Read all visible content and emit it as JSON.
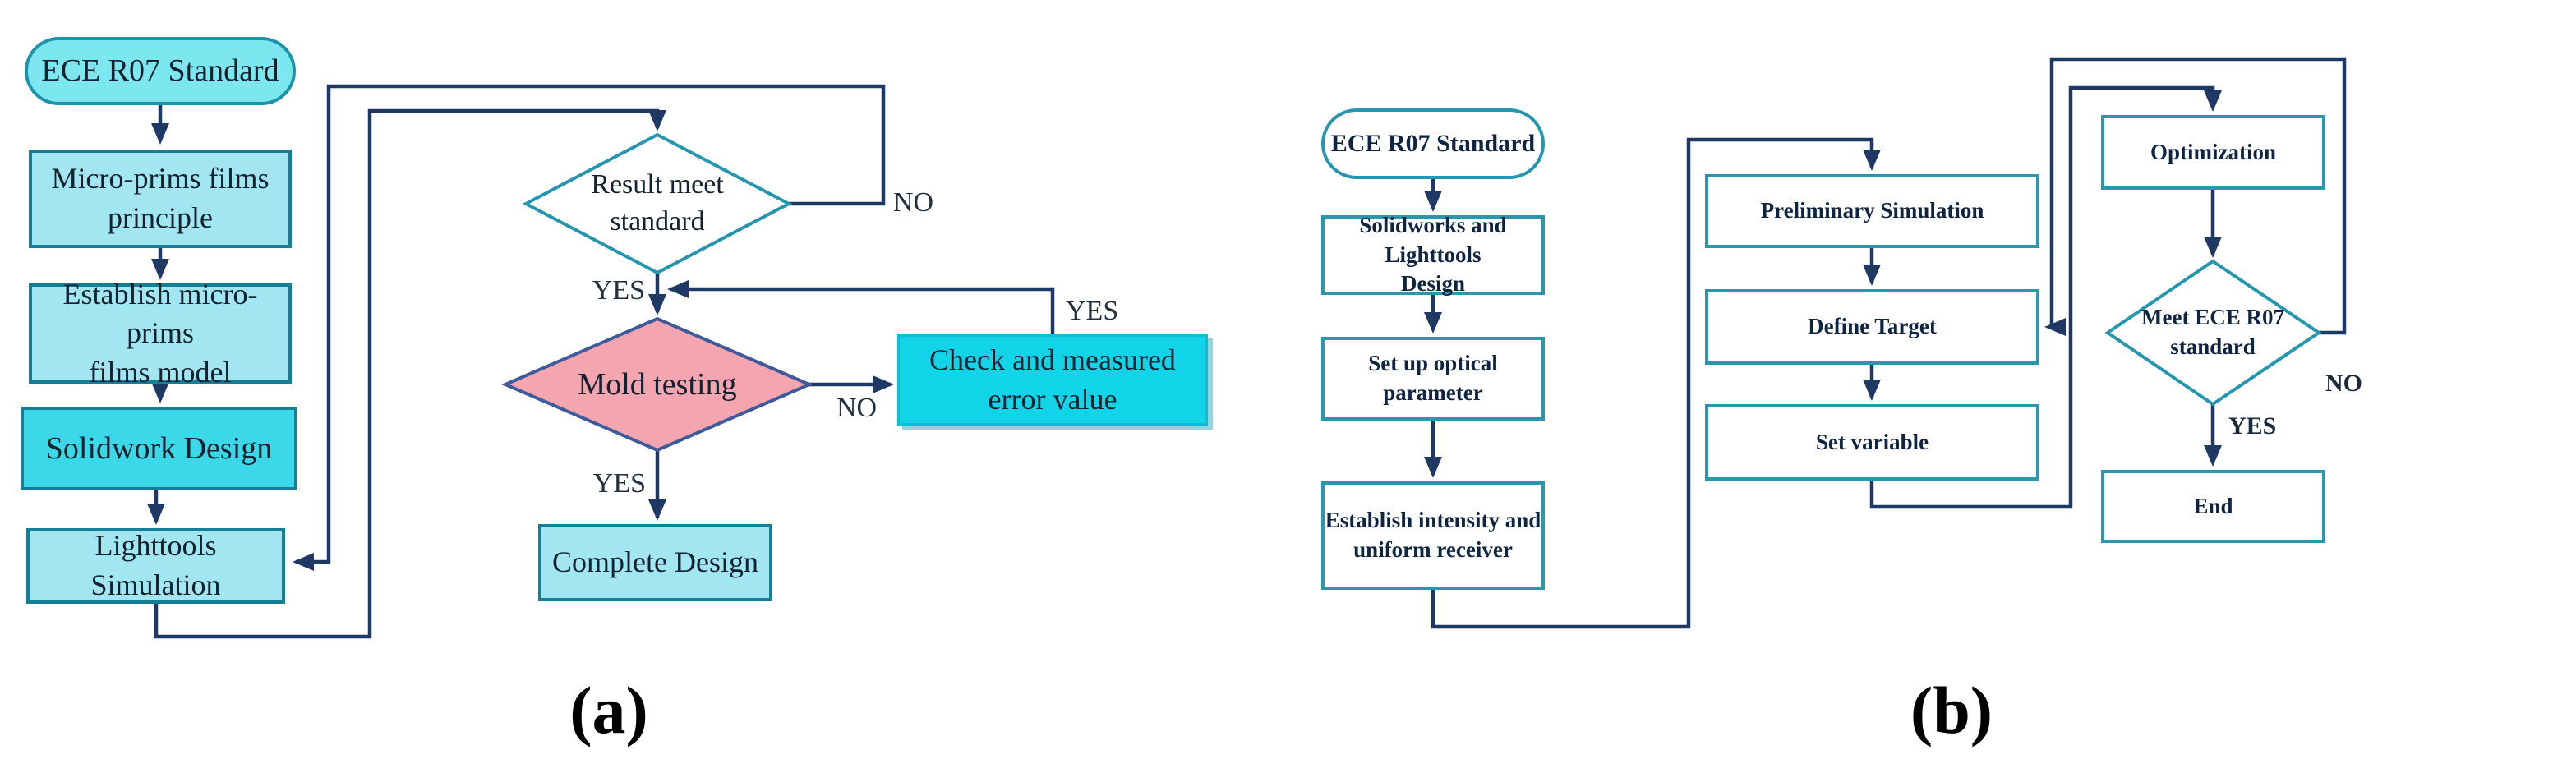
{
  "colors": {
    "connector_navy": "#1f3864",
    "teal_border": "#2596ae",
    "light_cyan_fill": "#a2e6f2",
    "oval_cyan_fill": "#7de7f0",
    "medium_cyan_fill": "#3ad8e8",
    "bright_cyan_fill": "#12d4e9",
    "pink_fill": "#f5a5af",
    "pink_border": "#3d5a9b"
  },
  "chart_a": {
    "caption": "(a)",
    "nodes": {
      "start": "ECE R07 Standard",
      "principle": "Micro-prims films\nprinciple",
      "model": "Establish micro-prims\nfilms model",
      "solidwork": "Solidwork Design",
      "lighttools": "Lighttools Simulation",
      "result": "Result meet\nstandard",
      "mold": "Mold testing",
      "check": "Check and measured\nerror value",
      "complete": "Complete Design"
    },
    "labels": {
      "result_no": "NO",
      "result_yes": "YES",
      "check_return": "YES",
      "mold_no": "NO",
      "mold_yes": "YES"
    }
  },
  "chart_b": {
    "caption": "(b)",
    "nodes": {
      "start": "ECE R07 Standard",
      "design": "Solidworks and Lighttools\nDesign",
      "optical": "Set up optical parameter",
      "receiver": "Establish intensity and\nuniform receiver",
      "simulation": "Preliminary Simulation",
      "target": "Define Target",
      "variable": "Set variable",
      "optimization": "Optimization",
      "decision": "Meet ECE R07\nstandard",
      "end": "End"
    },
    "labels": {
      "decision_no": "NO",
      "decision_yes": "YES"
    }
  }
}
